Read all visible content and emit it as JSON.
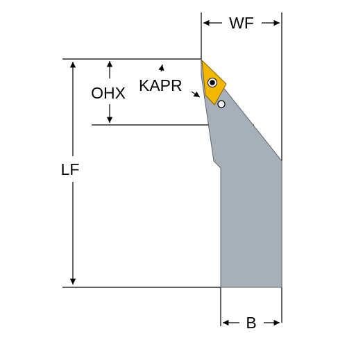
{
  "labels": {
    "wf": "WF",
    "ohx": "OHX",
    "kapr": "KAPR",
    "lf": "LF",
    "b": "B"
  },
  "colors": {
    "body": "#a7b0b8",
    "body_outline": "#5d646b",
    "insert": "#f2b700",
    "insert_outline": "#8a6400",
    "line": "#000000",
    "background": "#ffffff"
  },
  "icons": {
    "screw": "screw-icon"
  }
}
